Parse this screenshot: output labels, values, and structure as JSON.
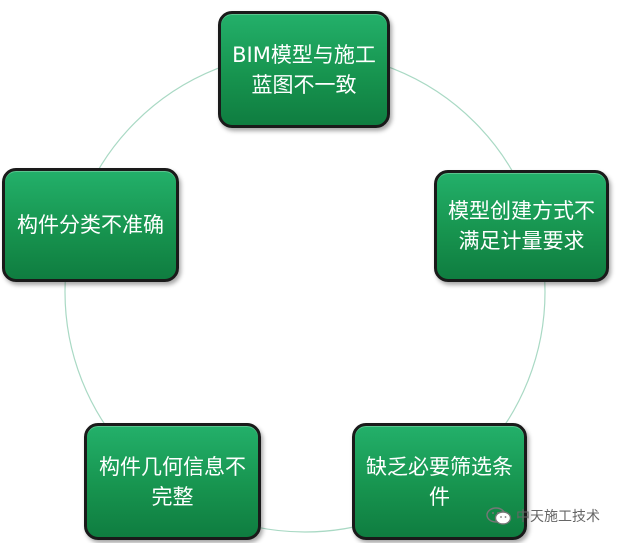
{
  "diagram": {
    "nodes": [
      {
        "label": "BIM模型与施工蓝图不一致"
      },
      {
        "label": "模型创建方式不满足计量要求"
      },
      {
        "label": "缺乏必要筛选条件"
      },
      {
        "label": "构件几何信息不完整"
      },
      {
        "label": "构件分类不准确"
      }
    ],
    "ring_color": "#a9d9c4",
    "box_color": "#17944f"
  },
  "watermark": {
    "text": "中天施工技术",
    "icon": "wechat-icon"
  }
}
